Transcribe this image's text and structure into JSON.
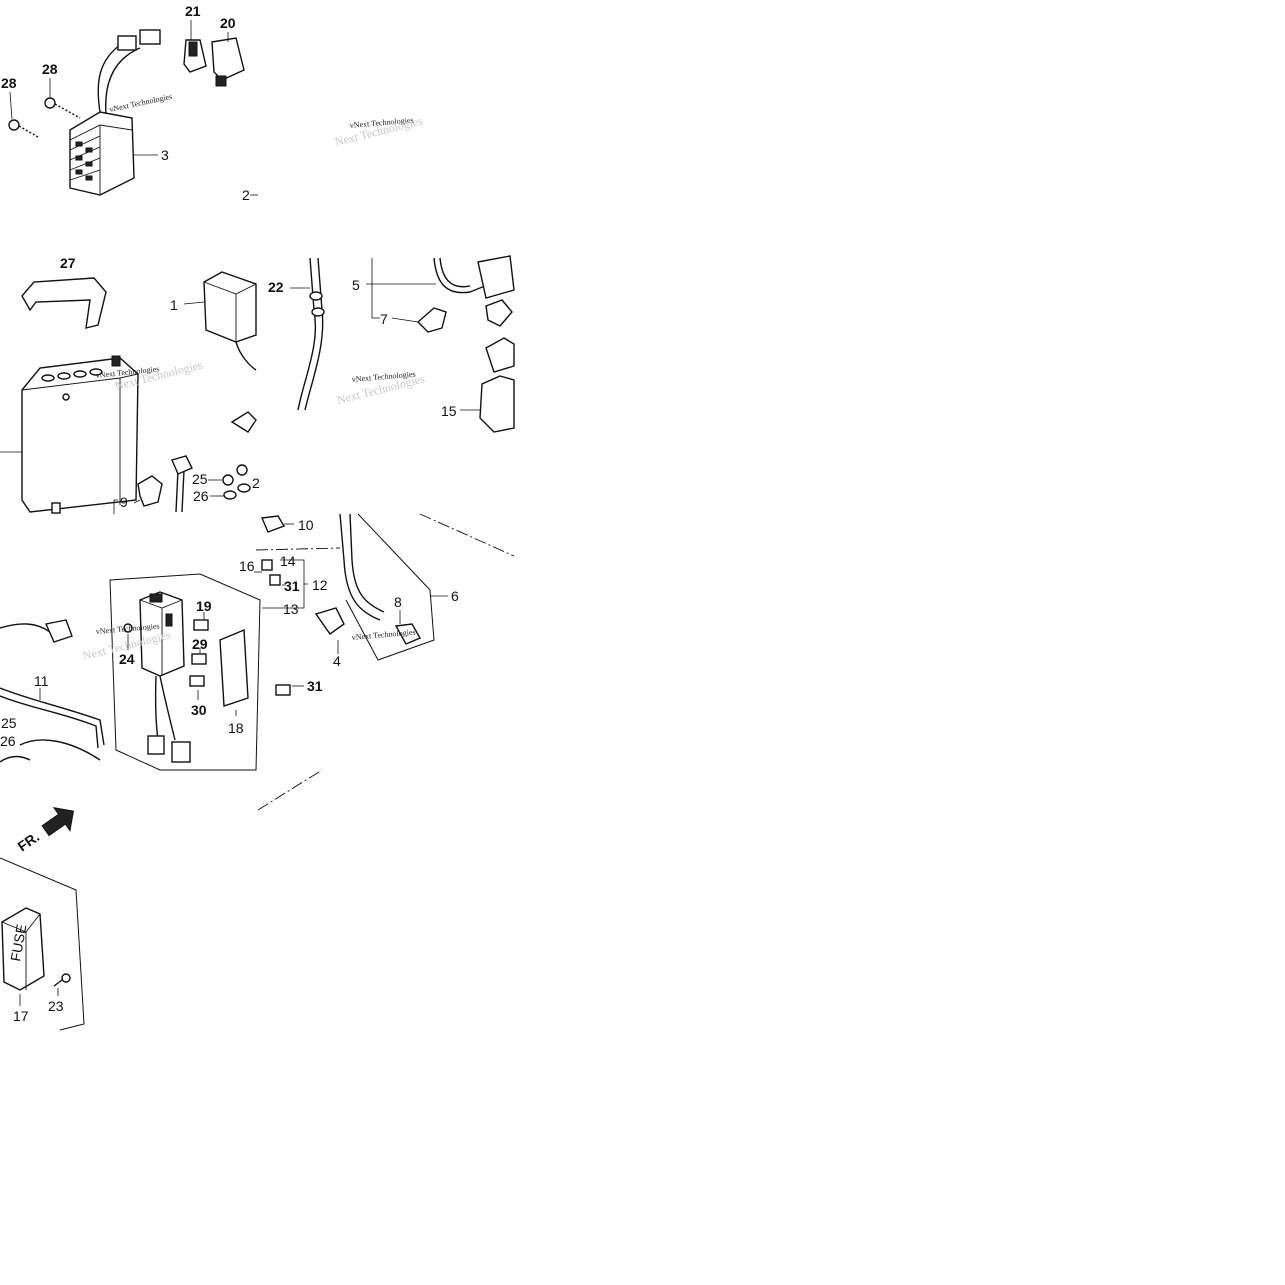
{
  "watermark": {
    "line1": "vNext Technologies",
    "line2": "Next Technologies"
  },
  "orientation": {
    "front_label": "FR."
  },
  "fuse_cover_text": "FUSE",
  "callouts": {
    "c1": "1",
    "c2": "2",
    "c3": "3",
    "c4": "4",
    "c5": "5",
    "c6": "6",
    "c7": "7",
    "c8": "8",
    "c9": "9",
    "c10": "10",
    "c11": "11",
    "c12": "12",
    "c13": "13",
    "c14": "14",
    "c15": "15",
    "c16": "16",
    "c17": "17",
    "c18": "18",
    "c19": "19",
    "c20": "20",
    "c21": "21",
    "c22": "22",
    "c23": "23",
    "c24": "24",
    "c25a": "25",
    "c25b": "25",
    "c26a": "26",
    "c26b": "26",
    "c27": "27",
    "c28a": "28",
    "c28b": "28",
    "c29": "29",
    "c30": "30",
    "c31a": "31",
    "c31b": "31",
    "c2b": "2"
  }
}
